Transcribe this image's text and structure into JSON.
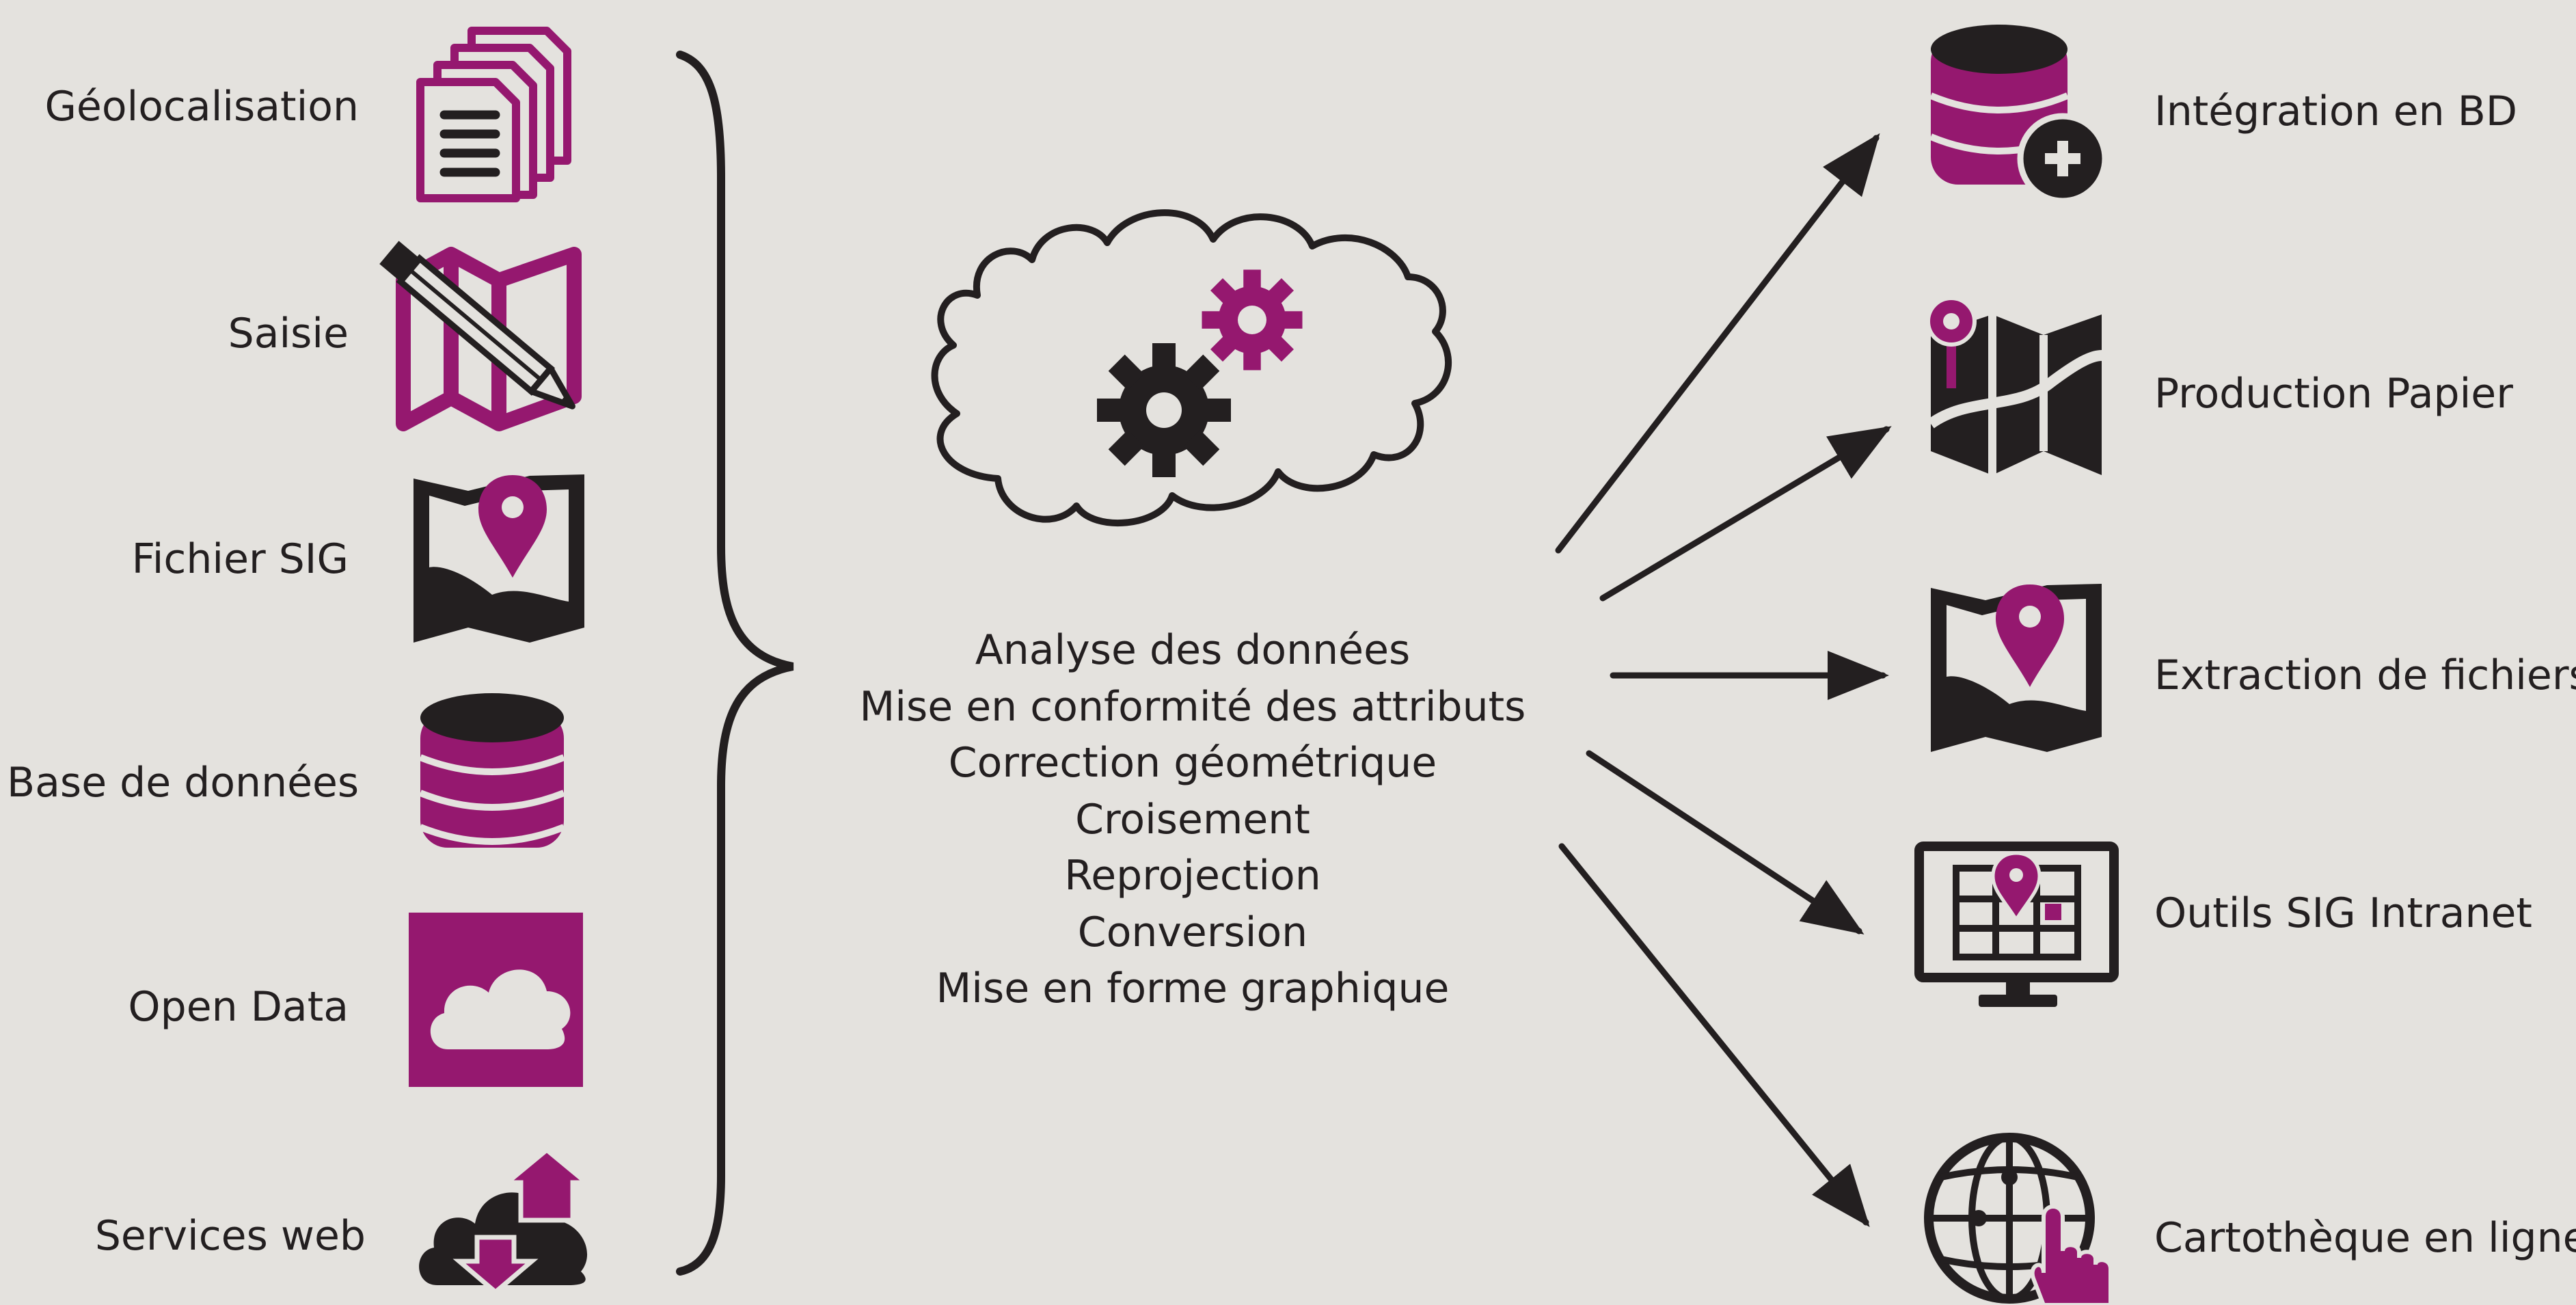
{
  "colors": {
    "background": "#e4e2de",
    "ink": "#231f20",
    "accent": "#95186f"
  },
  "sources": [
    {
      "label": "Géolocalisation",
      "icon": "documents-icon"
    },
    {
      "label": "Saisie",
      "icon": "map-pencil-icon"
    },
    {
      "label": "Fichier SIG",
      "icon": "map-pin-icon"
    },
    {
      "label": "Base de données",
      "icon": "database-icon"
    },
    {
      "label": "Open Data",
      "icon": "cloud-square-icon"
    },
    {
      "label": "Services web",
      "icon": "cloud-transfer-icon"
    }
  ],
  "processing": {
    "icon": "cloud-gears-icon",
    "steps": [
      "Analyse des données",
      "Mise en conformité des attributs",
      "Correction géométrique",
      "Croisement",
      "Reprojection",
      "Conversion",
      "Mise en forme graphique"
    ]
  },
  "outputs": [
    {
      "label": "Intégration en BD",
      "icon": "database-add-icon"
    },
    {
      "label": "Production Papier",
      "icon": "paper-map-icon"
    },
    {
      "label": "Extraction de fichiers",
      "icon": "map-pin-icon"
    },
    {
      "label": "Outils SIG Intranet",
      "icon": "monitor-map-icon"
    },
    {
      "label": "Cartothèque en ligne",
      "icon": "globe-hand-icon"
    }
  ]
}
